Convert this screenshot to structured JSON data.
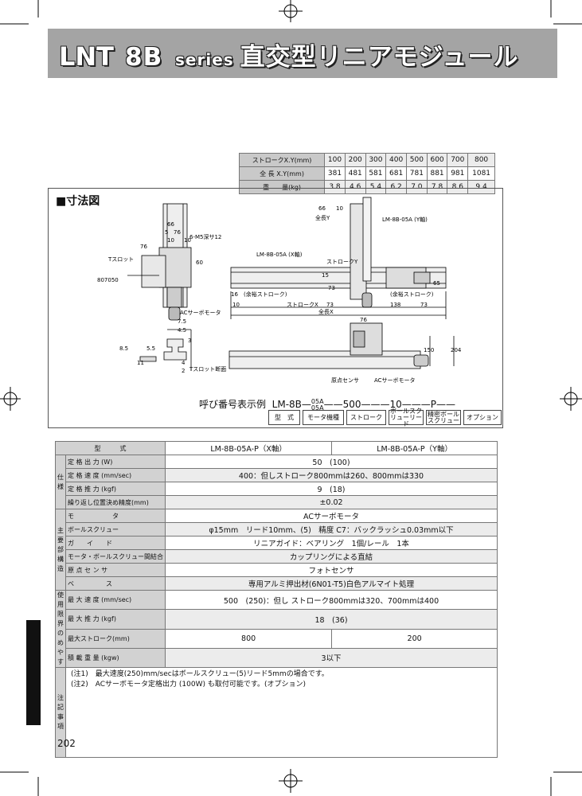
{
  "header": {
    "logo": "LNT",
    "model": "8B",
    "series": "series",
    "title_jp": "直交型リニアモジュール"
  },
  "stroke_table": {
    "rows": [
      {
        "label": "ストロークX.Y(mm)",
        "values": [
          "100",
          "200",
          "300",
          "400",
          "500",
          "600",
          "700",
          "800"
        ]
      },
      {
        "label": "全 長 X.Y(mm)",
        "values": [
          "381",
          "481",
          "581",
          "681",
          "781",
          "881",
          "981",
          "1081"
        ]
      },
      {
        "label": "重　　量(kg)",
        "values": [
          "3.8",
          "4.6",
          "5.4",
          "6.2",
          "7.0",
          "7.8",
          "8.6",
          "9.4"
        ]
      }
    ]
  },
  "dimension_drawing": {
    "title": "■寸法図",
    "labels": {
      "x_axis": "LM-8B-05A\n(X軸)",
      "y_axis": "LM-8B-05A\n(Y軸)",
      "stroke_x": "ストロークX",
      "stroke_y": "ストロークY",
      "total_x": "全長X",
      "total_y": "全長Y",
      "rail_stroke": "(余裕ストローク)",
      "tslot": "Tスロット",
      "tslot_section": "Tスロット断面",
      "ac_motor": "ACサーボモータ",
      "ac_motor2": "ACサーボモータ",
      "origin_sensor": "原点センサ",
      "screw": "6-M5深サ12",
      "d66a": "66",
      "d10a": "10",
      "d76a": "76",
      "d5a": "5",
      "d10b": "10",
      "d76b": "76",
      "d60": "60",
      "d807050": "807050",
      "d10c": "10",
      "d16": "16",
      "d73a": "73",
      "d138": "138",
      "d73b": "73",
      "d65": "65",
      "d66b": "66",
      "d10d": "10",
      "d15": "15",
      "d73c": "73",
      "d75": "7.5",
      "d45": "4.5",
      "d3": "3",
      "d855": "8.5",
      "d55": "5.5",
      "d11": "11",
      "d4": "4",
      "d2": "2",
      "d150": "150",
      "d204": "204",
      "d76c": "76"
    }
  },
  "model_code": {
    "label": "呼び番号表示例",
    "prefix": "LM-8B",
    "option_top": "05A",
    "option_bottom": "05A",
    "stroke": "500",
    "lead": "10",
    "opt": "P",
    "cells": [
      "型　式",
      "モータ機種",
      "ストローク",
      "ボールスク\nリューリード",
      "精密ボール\nスクリュー",
      "オプション"
    ]
  },
  "spec_table": {
    "header": {
      "label": "型　　　式",
      "x": "LM-8B-05A-P（X軸）",
      "y": "LM-8B-05A-P（Y軸）"
    },
    "groups": [
      {
        "name": "仕様",
        "rows": [
          {
            "label": "定 格 出 力 (W)",
            "value": "50　(100)"
          },
          {
            "label": "定 格 速 度 (mm/sec)",
            "value": "400：但しストローク800mmは260、800mmは330"
          },
          {
            "label": "定 格 推 力 (kgf)",
            "value": "9　(18)"
          },
          {
            "label": "繰り返し位置決め精度(mm)",
            "value": "±0.02"
          }
        ]
      },
      {
        "name": "主要部構造",
        "rows": [
          {
            "label": "モ　　　　　　タ",
            "value": "ACサーボモータ"
          },
          {
            "label": "ボールスクリュー",
            "value": "φ15mm　リード10mm、(5)　精度 C7：バックラッシュ0.03mm以下"
          },
          {
            "label": "ガ　　イ　　ド",
            "value": "リニアガイド：ベアリング　1個/レール　1本"
          },
          {
            "label": "モータ・ボールスクリュー間結合",
            "value": "カップリングによる直結"
          },
          {
            "label": "原 点 セ ン サ",
            "value": "フォトセンサ"
          },
          {
            "label": "ベ　　　　　ス",
            "value": "専用アルミ押出材(6N01-T5)白色アルマイト処理"
          }
        ]
      },
      {
        "name": "使用限界のめやす",
        "rows": [
          {
            "label": "最 大 速 度 (mm/sec)",
            "value": "500　(250)：但し ストローク800mmは320、700mmは400"
          },
          {
            "label": "最 大 推 力 (kgf)",
            "value": "18　(36)"
          },
          {
            "label": "最大ストローク(mm)",
            "x": "800",
            "y": "200"
          },
          {
            "label": "積 載 重 量 (kgw)",
            "value": "3以下"
          }
        ]
      }
    ],
    "notes_group": "注記事項",
    "notes": [
      "(注1)　最大速度(250)mm/secはボールスクリュー(5)リード5mmの場合です。",
      "(注2)　ACサーボモータ定格出力 (100W) も取付可能です。(オプション)"
    ]
  },
  "page_number": "202"
}
